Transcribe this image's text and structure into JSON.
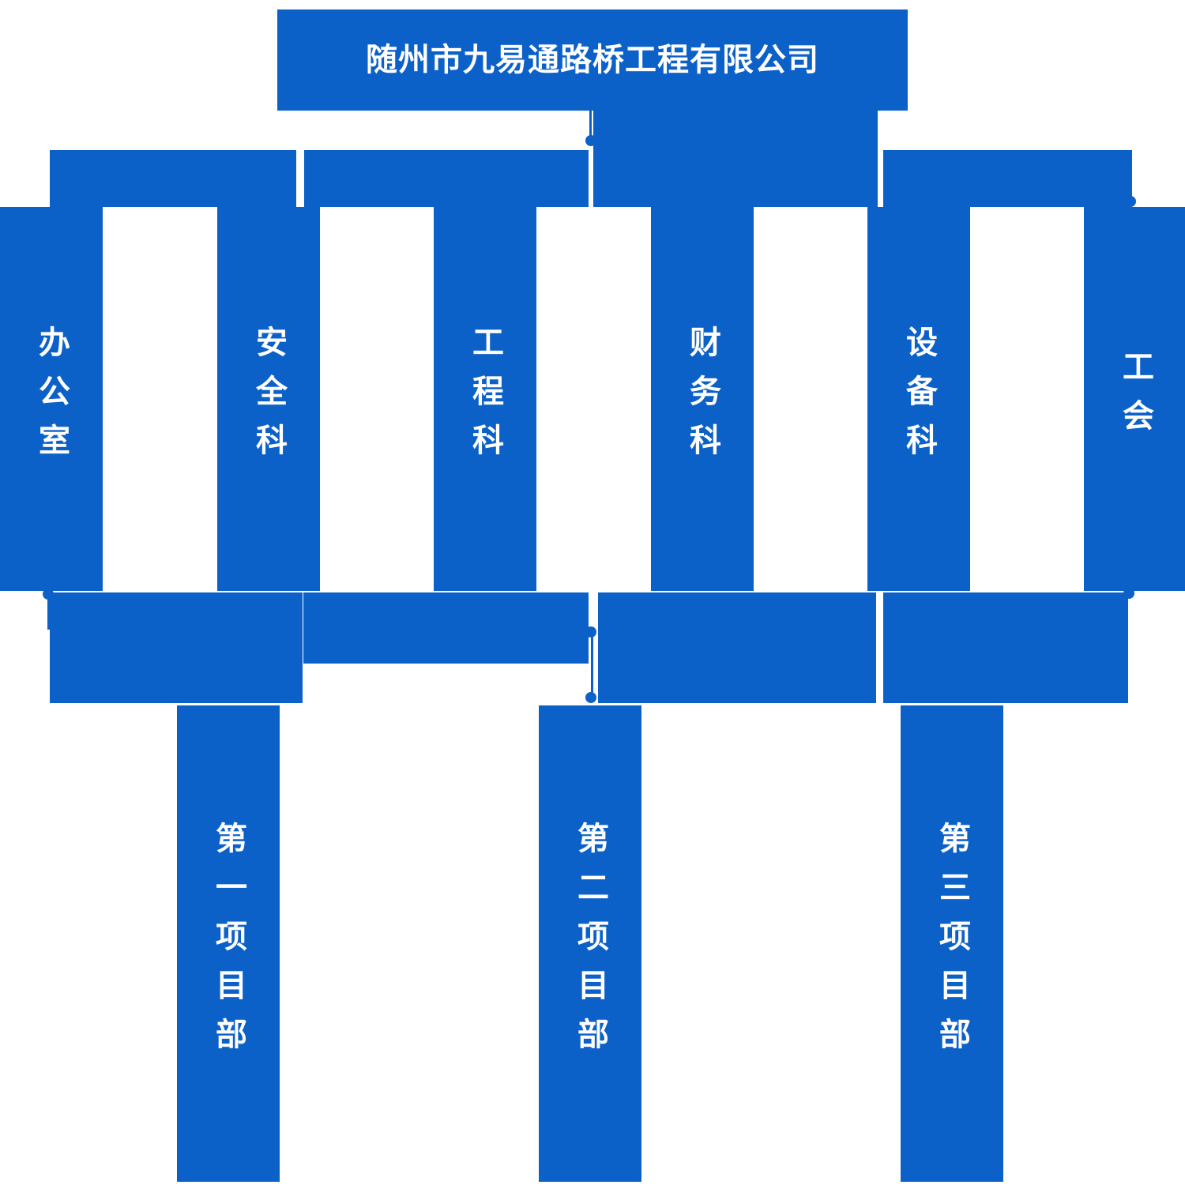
{
  "diagram": {
    "type": "organization-chart",
    "title": "随州市九易通路桥工程有限公司",
    "accent_color": "#0c61c9",
    "text_color": "#ffffff",
    "background_color": "#ffffff",
    "levels": [
      {
        "level": 1,
        "name": "company",
        "nodes": [
          {
            "id": "root",
            "label": "随州市九易通路桥工程有限公司",
            "orientation": "horizontal"
          }
        ]
      },
      {
        "level": 2,
        "name": "departments",
        "nodes": [
          {
            "id": "dept-1",
            "label": "办公室",
            "orientation": "vertical"
          },
          {
            "id": "dept-2",
            "label": "安全科",
            "orientation": "vertical"
          },
          {
            "id": "dept-3",
            "label": "工程科",
            "orientation": "vertical"
          },
          {
            "id": "dept-4",
            "label": "财务科",
            "orientation": "vertical"
          },
          {
            "id": "dept-5",
            "label": "设备科",
            "orientation": "vertical"
          },
          {
            "id": "dept-6",
            "label": "工会",
            "orientation": "vertical"
          }
        ]
      },
      {
        "level": 3,
        "name": "project-teams",
        "nodes": [
          {
            "id": "proj-1",
            "label": "第一项目部",
            "orientation": "vertical"
          },
          {
            "id": "proj-2",
            "label": "第二项目部",
            "orientation": "vertical"
          },
          {
            "id": "proj-3",
            "label": "第三项目部",
            "orientation": "vertical"
          }
        ]
      }
    ]
  }
}
